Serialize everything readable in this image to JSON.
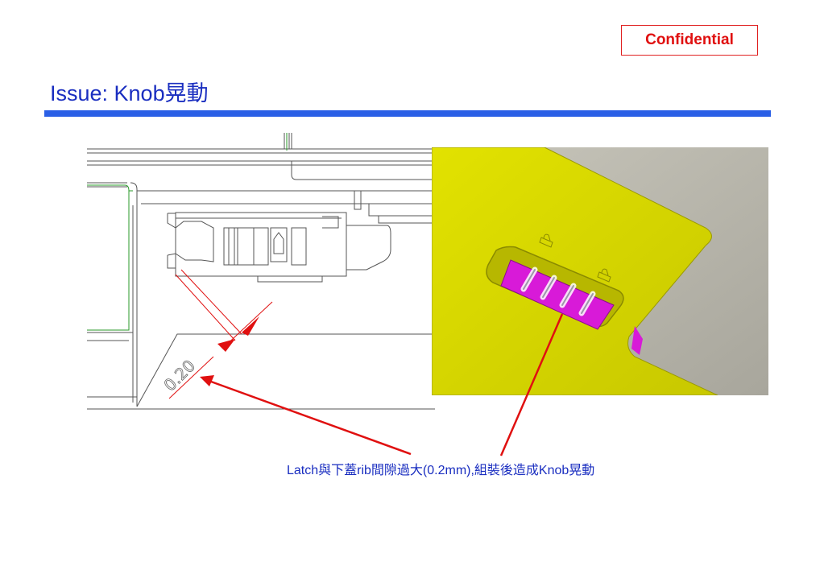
{
  "badge": {
    "confidential": "Confidential"
  },
  "page": {
    "title": "Issue: Knob晃動"
  },
  "drawing": {
    "dimension_label": "0.20"
  },
  "caption": {
    "text": "Latch與下蓋rib間隙過大(0.2mm),組裝後造成Knob晃動"
  },
  "colors": {
    "title_blue": "#1a2ec0",
    "rule_blue": "#2a5fe6",
    "annotation_red": "#e01010",
    "part_yellow": "#d8d800",
    "latch_magenta": "#d81ad8"
  }
}
